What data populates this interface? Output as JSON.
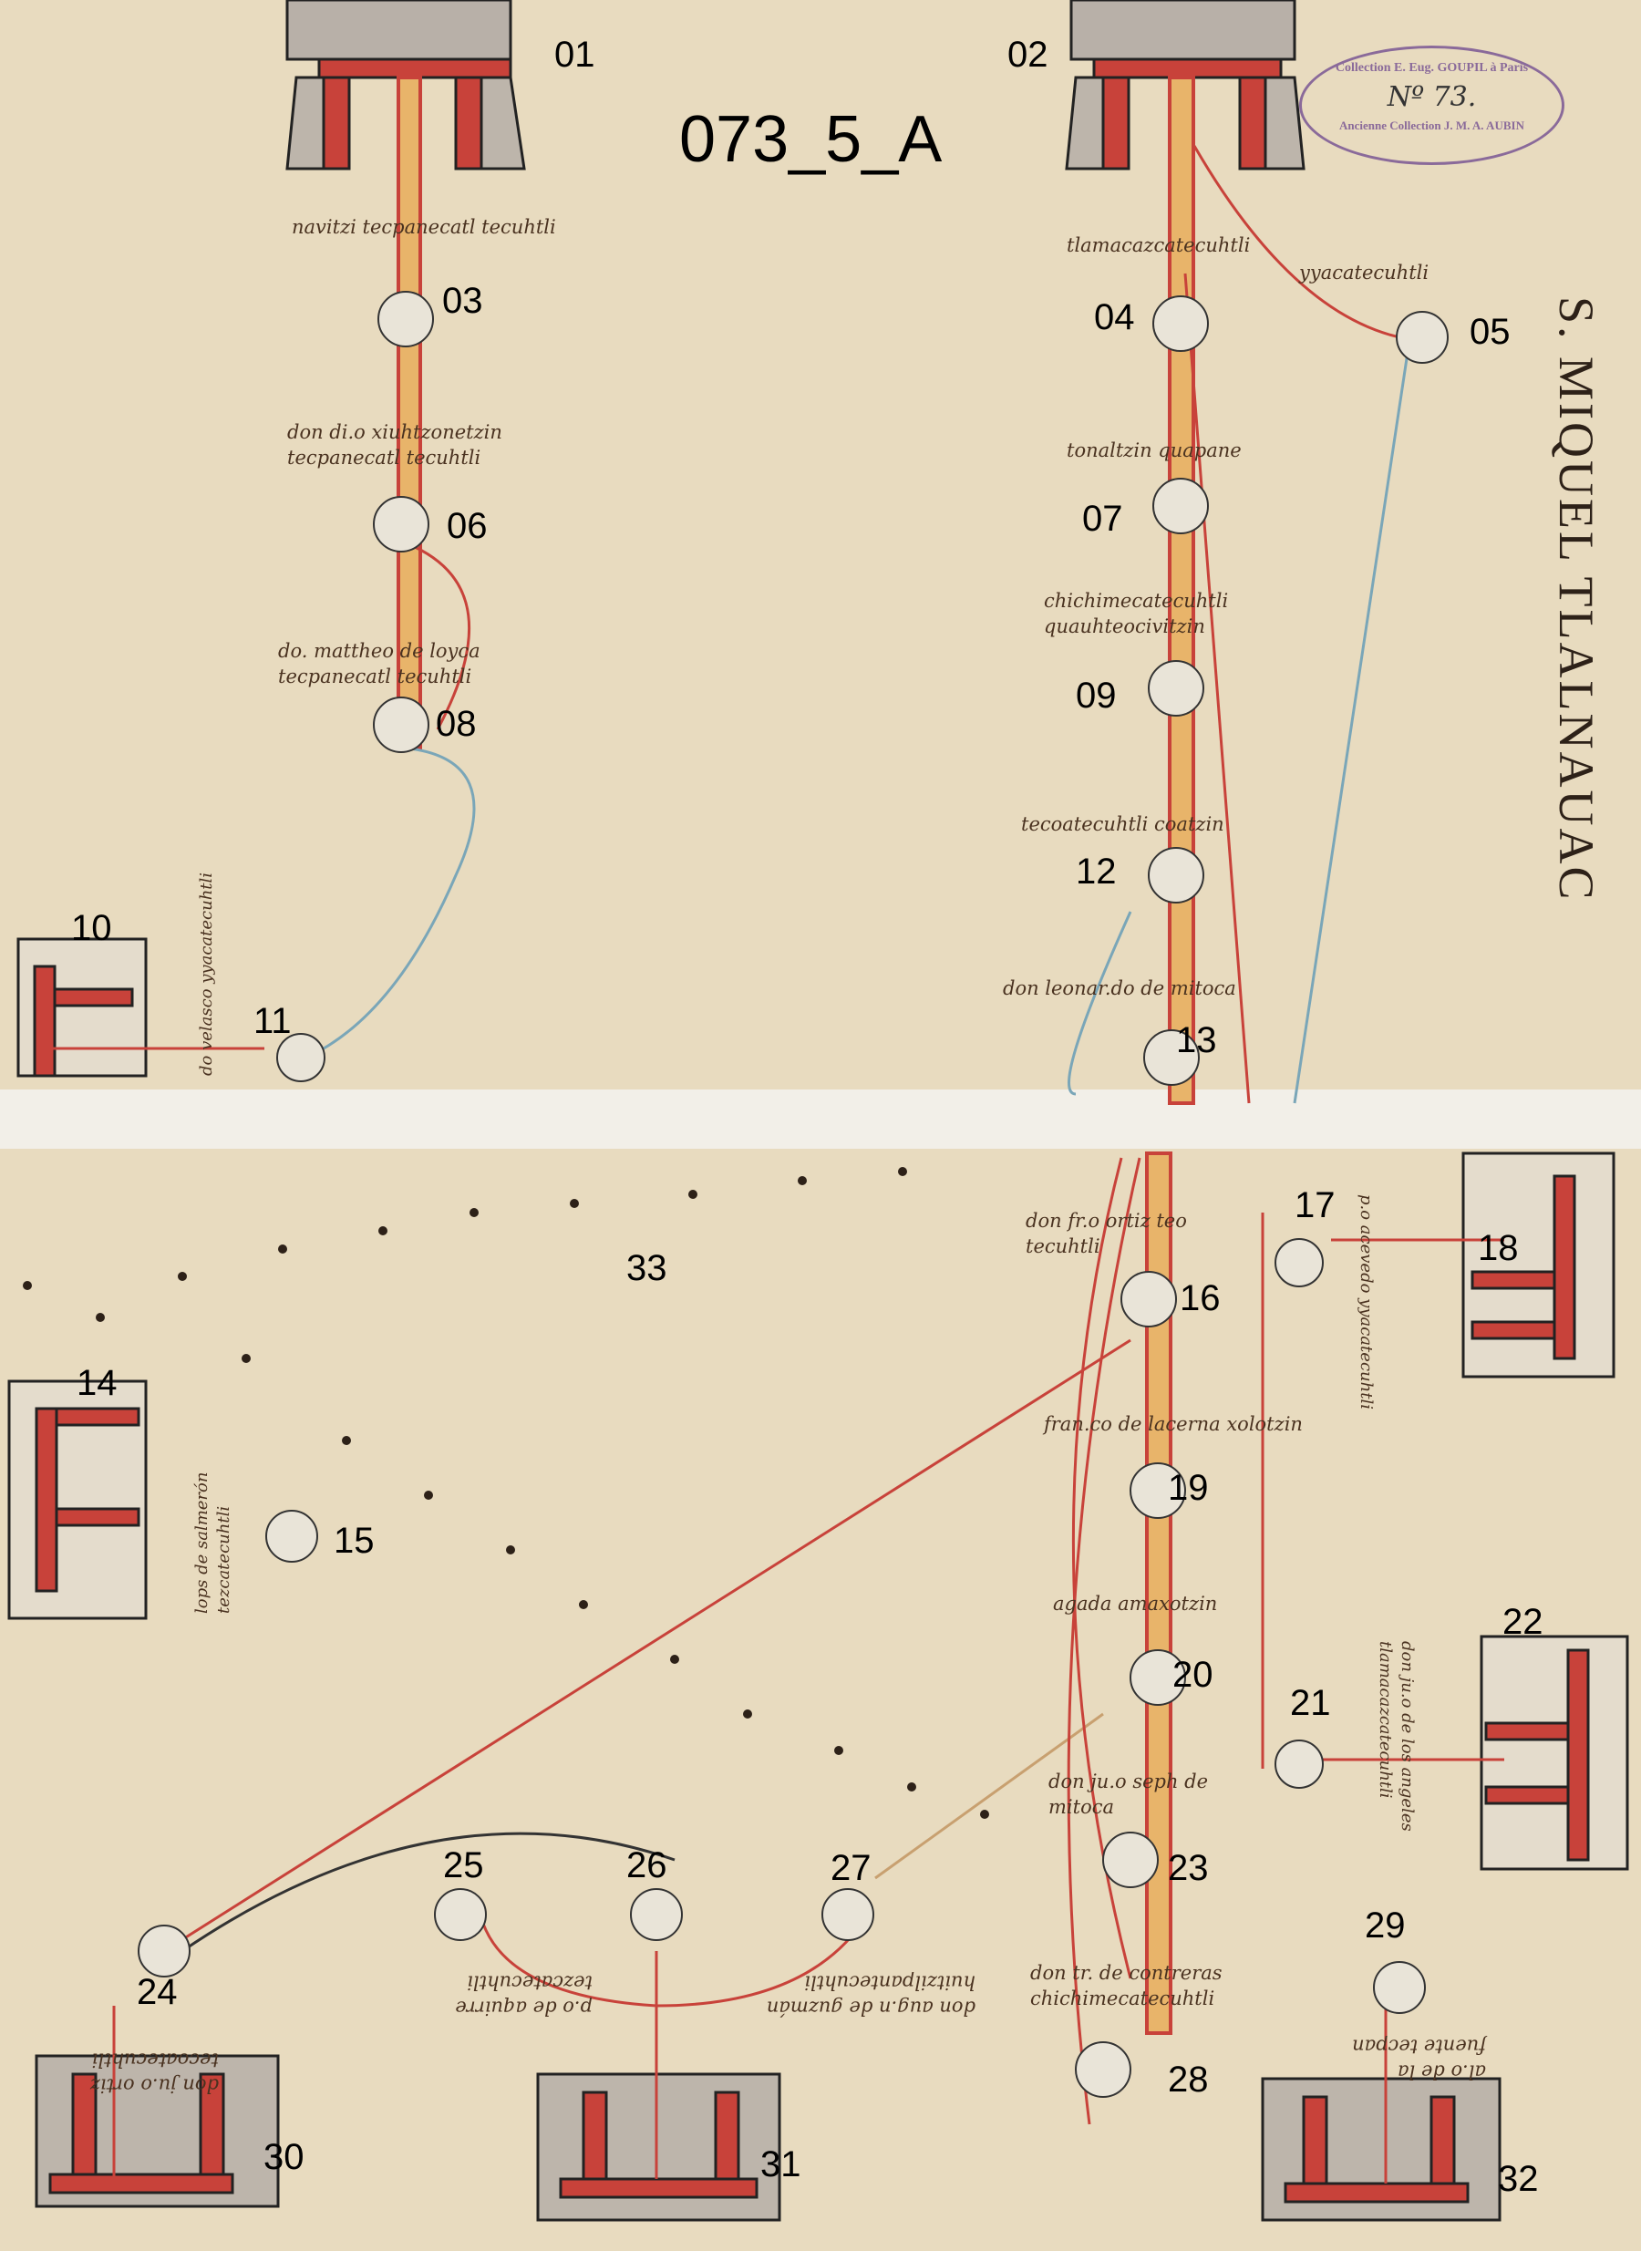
{
  "title": "073_5_A",
  "town": "S. MIQUEL TLALNAUAC",
  "stamp": {
    "top": "Collection E. Eug. GOUPIL à Paris",
    "number": "Nº 73.",
    "bottom": "Ancienne Collection J. M. A. AUBIN"
  },
  "labels": [
    "01",
    "02",
    "03",
    "04",
    "05",
    "06",
    "07",
    "08",
    "09",
    "10",
    "11",
    "12",
    "13",
    "14",
    "15",
    "16",
    "17",
    "18",
    "19",
    "20",
    "21",
    "22",
    "23",
    "24",
    "25",
    "26",
    "27",
    "28",
    "29",
    "30",
    "31",
    "32",
    "33"
  ],
  "glosses": {
    "g03": "navitzi tecpanecatl tecuhtli",
    "g06": "don di.o xiuhtzonetzin tecpanecatl tecuhtli",
    "g08": "do. mattheo de loyca tecpanecatl tecuhtli",
    "g04": "tlamacazcatecuhtli",
    "g05": "yyacatecuhtli",
    "g07": "tonaltzin quapane",
    "g09": "chichimecatecuhtli quauhteocivitzin",
    "g12": "tecoatecuhtli coatzin",
    "g13": "don leonar.do de mitoca",
    "g11": "do velasco yyacatecuhtli",
    "g16": "don fr.o ortiz teo tecuhtli",
    "g17": "p.o acevedo yyacatecuhtli",
    "g19": "fran.co de lacerna xolotzin",
    "g20": "agada amaxotzin",
    "g23": "don ju.o seph de mitoca",
    "g21": "don ju.o de los angeles tlamacazcatecuhtli",
    "g28": "don tr. de contreras chichimecatecuhtli",
    "g15": "lops de salmerón tezcatecuhtli",
    "g24": "don ju.o ortiz tecoatecuhtli",
    "g25": "p.o de aquirre tezcatecuhtli",
    "g26": "don aug.n de guzmán huitzilpantecuhtli",
    "g29": "al.o de la fuente tecpan"
  },
  "colors": {
    "parchment": "#e8dbbf",
    "red": "#c8423a",
    "blue": "#7aa6b8",
    "ink": "#2d2118"
  }
}
